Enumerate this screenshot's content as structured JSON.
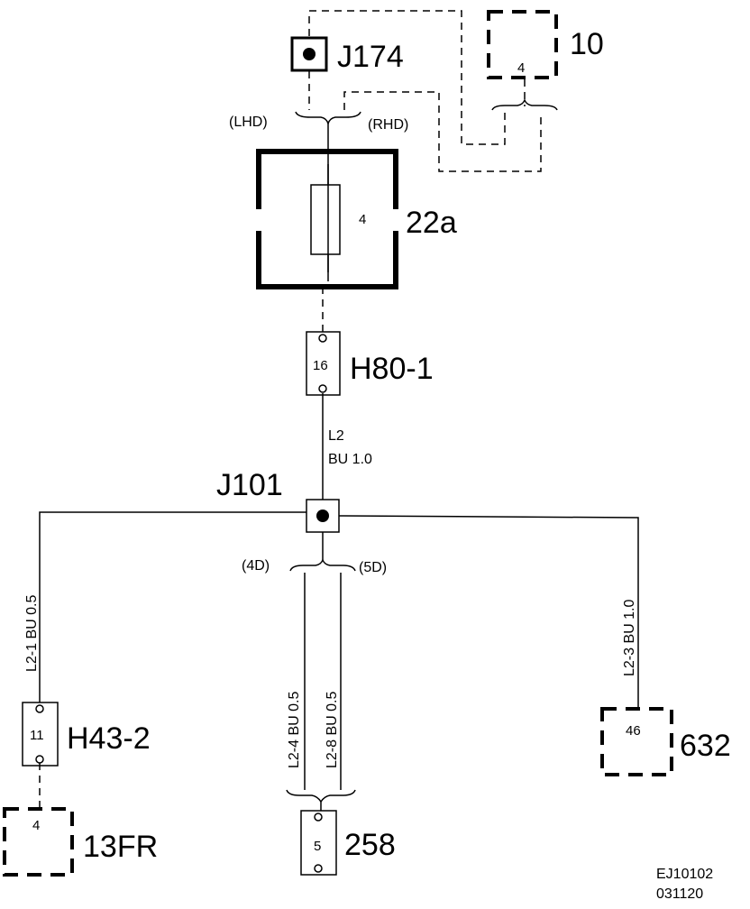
{
  "components": {
    "j174": "J174",
    "c10": "10",
    "c10_pin": "4",
    "lhd": "(LHD)",
    "rhd": "(RHD)",
    "fuse_pin": "4",
    "fuse_label": "22a",
    "h80_pin": "16",
    "h80_label": "H80-1",
    "j101": "J101",
    "d4": "(4D)",
    "d5": "(5D)",
    "h43_pin": "11",
    "h43_label": "H43-2",
    "c13_pin": "4",
    "c13_label": "13FR",
    "c258_pin": "5",
    "c258_label": "258",
    "c632_pin": "46",
    "c632_label": "632"
  },
  "wires": {
    "main_id": "L2",
    "main_spec": "BU 1.0",
    "l21": "L2-1  BU  0.5",
    "l23": "L2-3  BU  1.0",
    "l24": "L2-4  BU  0.5",
    "l28": "L2-8  BU  0.5"
  },
  "footer": {
    "doc_id": "EJ10102",
    "date": "031120"
  }
}
